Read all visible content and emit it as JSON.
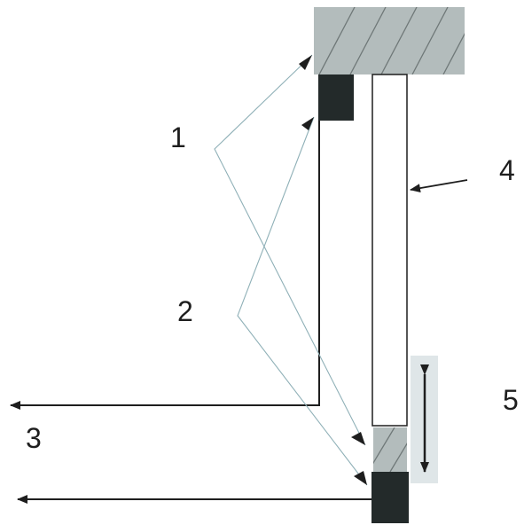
{
  "diagram": {
    "labels": {
      "l1": "1",
      "l2": "2",
      "l3": "3",
      "l4": "4",
      "l5": "5"
    }
  },
  "colors": {
    "hatch_fill": "#b3bcbc",
    "hatch_line": "#6f7878",
    "dark_block": "#232a2a",
    "leader_line": "#8fb0b7",
    "slot_highlight": "#dfe6e8",
    "stroke": "#1e1e1e",
    "background": "#ffffff"
  }
}
